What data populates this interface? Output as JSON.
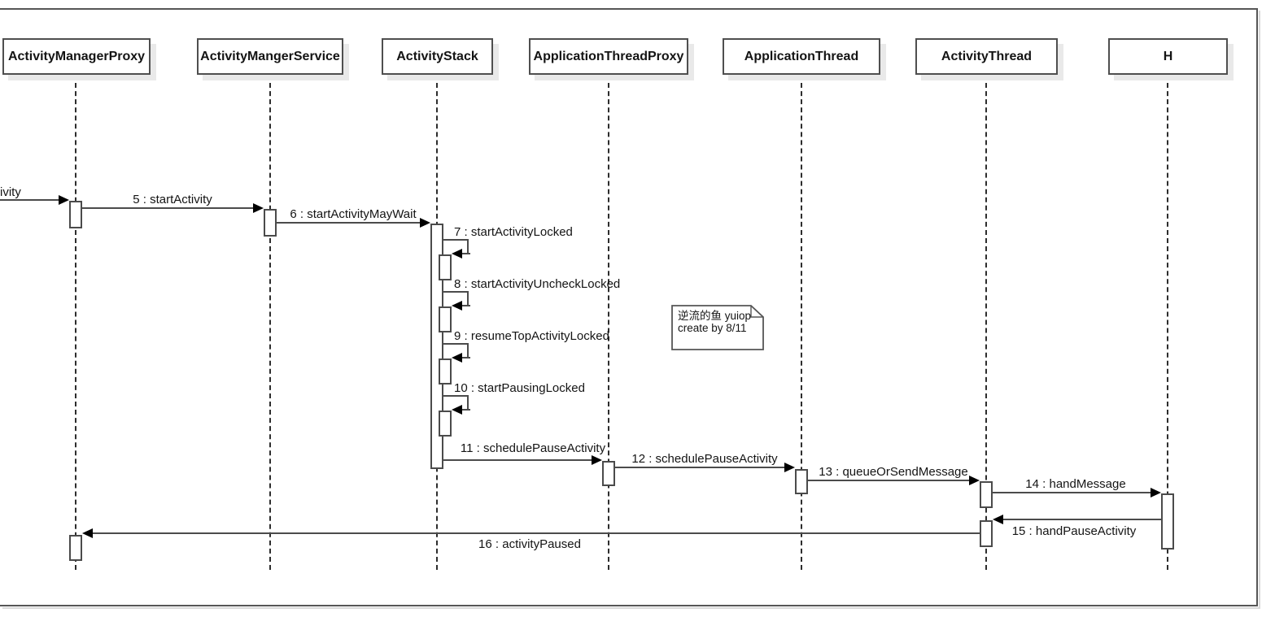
{
  "diagram": {
    "kind": "uml-sequence-diagram",
    "lifelines": [
      {
        "name": "ActivityManagerProxy"
      },
      {
        "name": "ActivityMangerService"
      },
      {
        "name": "ActivityStack"
      },
      {
        "name": "ApplicationThreadProxy"
      },
      {
        "name": "ApplicationThread"
      },
      {
        "name": "ActivityThread"
      },
      {
        "name": "H"
      }
    ],
    "messages": [
      {
        "label": "ivity",
        "truncated_at_left_edge": true
      },
      {
        "label": "5 : startActivity"
      },
      {
        "label": "6 : startActivityMayWait"
      },
      {
        "label": "7 : startActivityLocked",
        "self_call": true
      },
      {
        "label": "8 : startActivityUncheckLocked",
        "self_call": true
      },
      {
        "label": "9 : resumeTopActivityLocked",
        "self_call": true
      },
      {
        "label": "10 : startPausingLocked",
        "self_call": true
      },
      {
        "label": "11 : schedulePauseActivity"
      },
      {
        "label": "12 : schedulePauseActivity"
      },
      {
        "label": "13 : queueOrSendMessage"
      },
      {
        "label": "14 : handMessage"
      },
      {
        "label": "15 : handPauseActivity",
        "direction": "left"
      },
      {
        "label": "16 : activityPaused",
        "direction": "left"
      }
    ],
    "note": {
      "line1": "逆流的鱼 yuiop",
      "line2": "create by 8/11"
    },
    "colors": {
      "message_line": "#4b4b4b",
      "box_border": "#4f4f4f",
      "box_shadow": "#e9e9e9",
      "background": "#ffffff",
      "text": "#141414"
    }
  }
}
